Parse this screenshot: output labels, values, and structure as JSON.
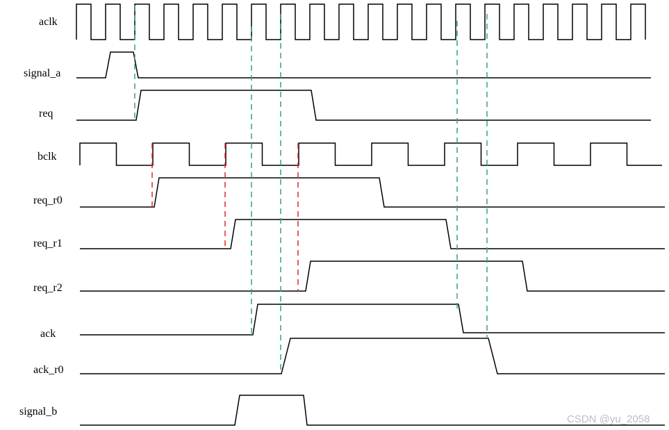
{
  "watermark": "CSDN @yu_2058",
  "colors": {
    "wave": "#000000",
    "sync_guide": "#2ea86a",
    "edge_guide": "#e0262a",
    "watermark": "#bdbdbd"
  },
  "signals": [
    {
      "id": "aclk",
      "label": "aclk"
    },
    {
      "id": "signal_a",
      "label": "signal_a"
    },
    {
      "id": "req",
      "label": "req"
    },
    {
      "id": "bclk",
      "label": "bclk"
    },
    {
      "id": "req_r0",
      "label": "req_r0"
    },
    {
      "id": "req_r1",
      "label": "req_r1"
    },
    {
      "id": "req_r2",
      "label": "req_r2"
    },
    {
      "id": "ack",
      "label": "ack"
    },
    {
      "id": "ack_r0",
      "label": "ack_r0"
    },
    {
      "id": "signal_b",
      "label": "signal_b"
    }
  ]
}
